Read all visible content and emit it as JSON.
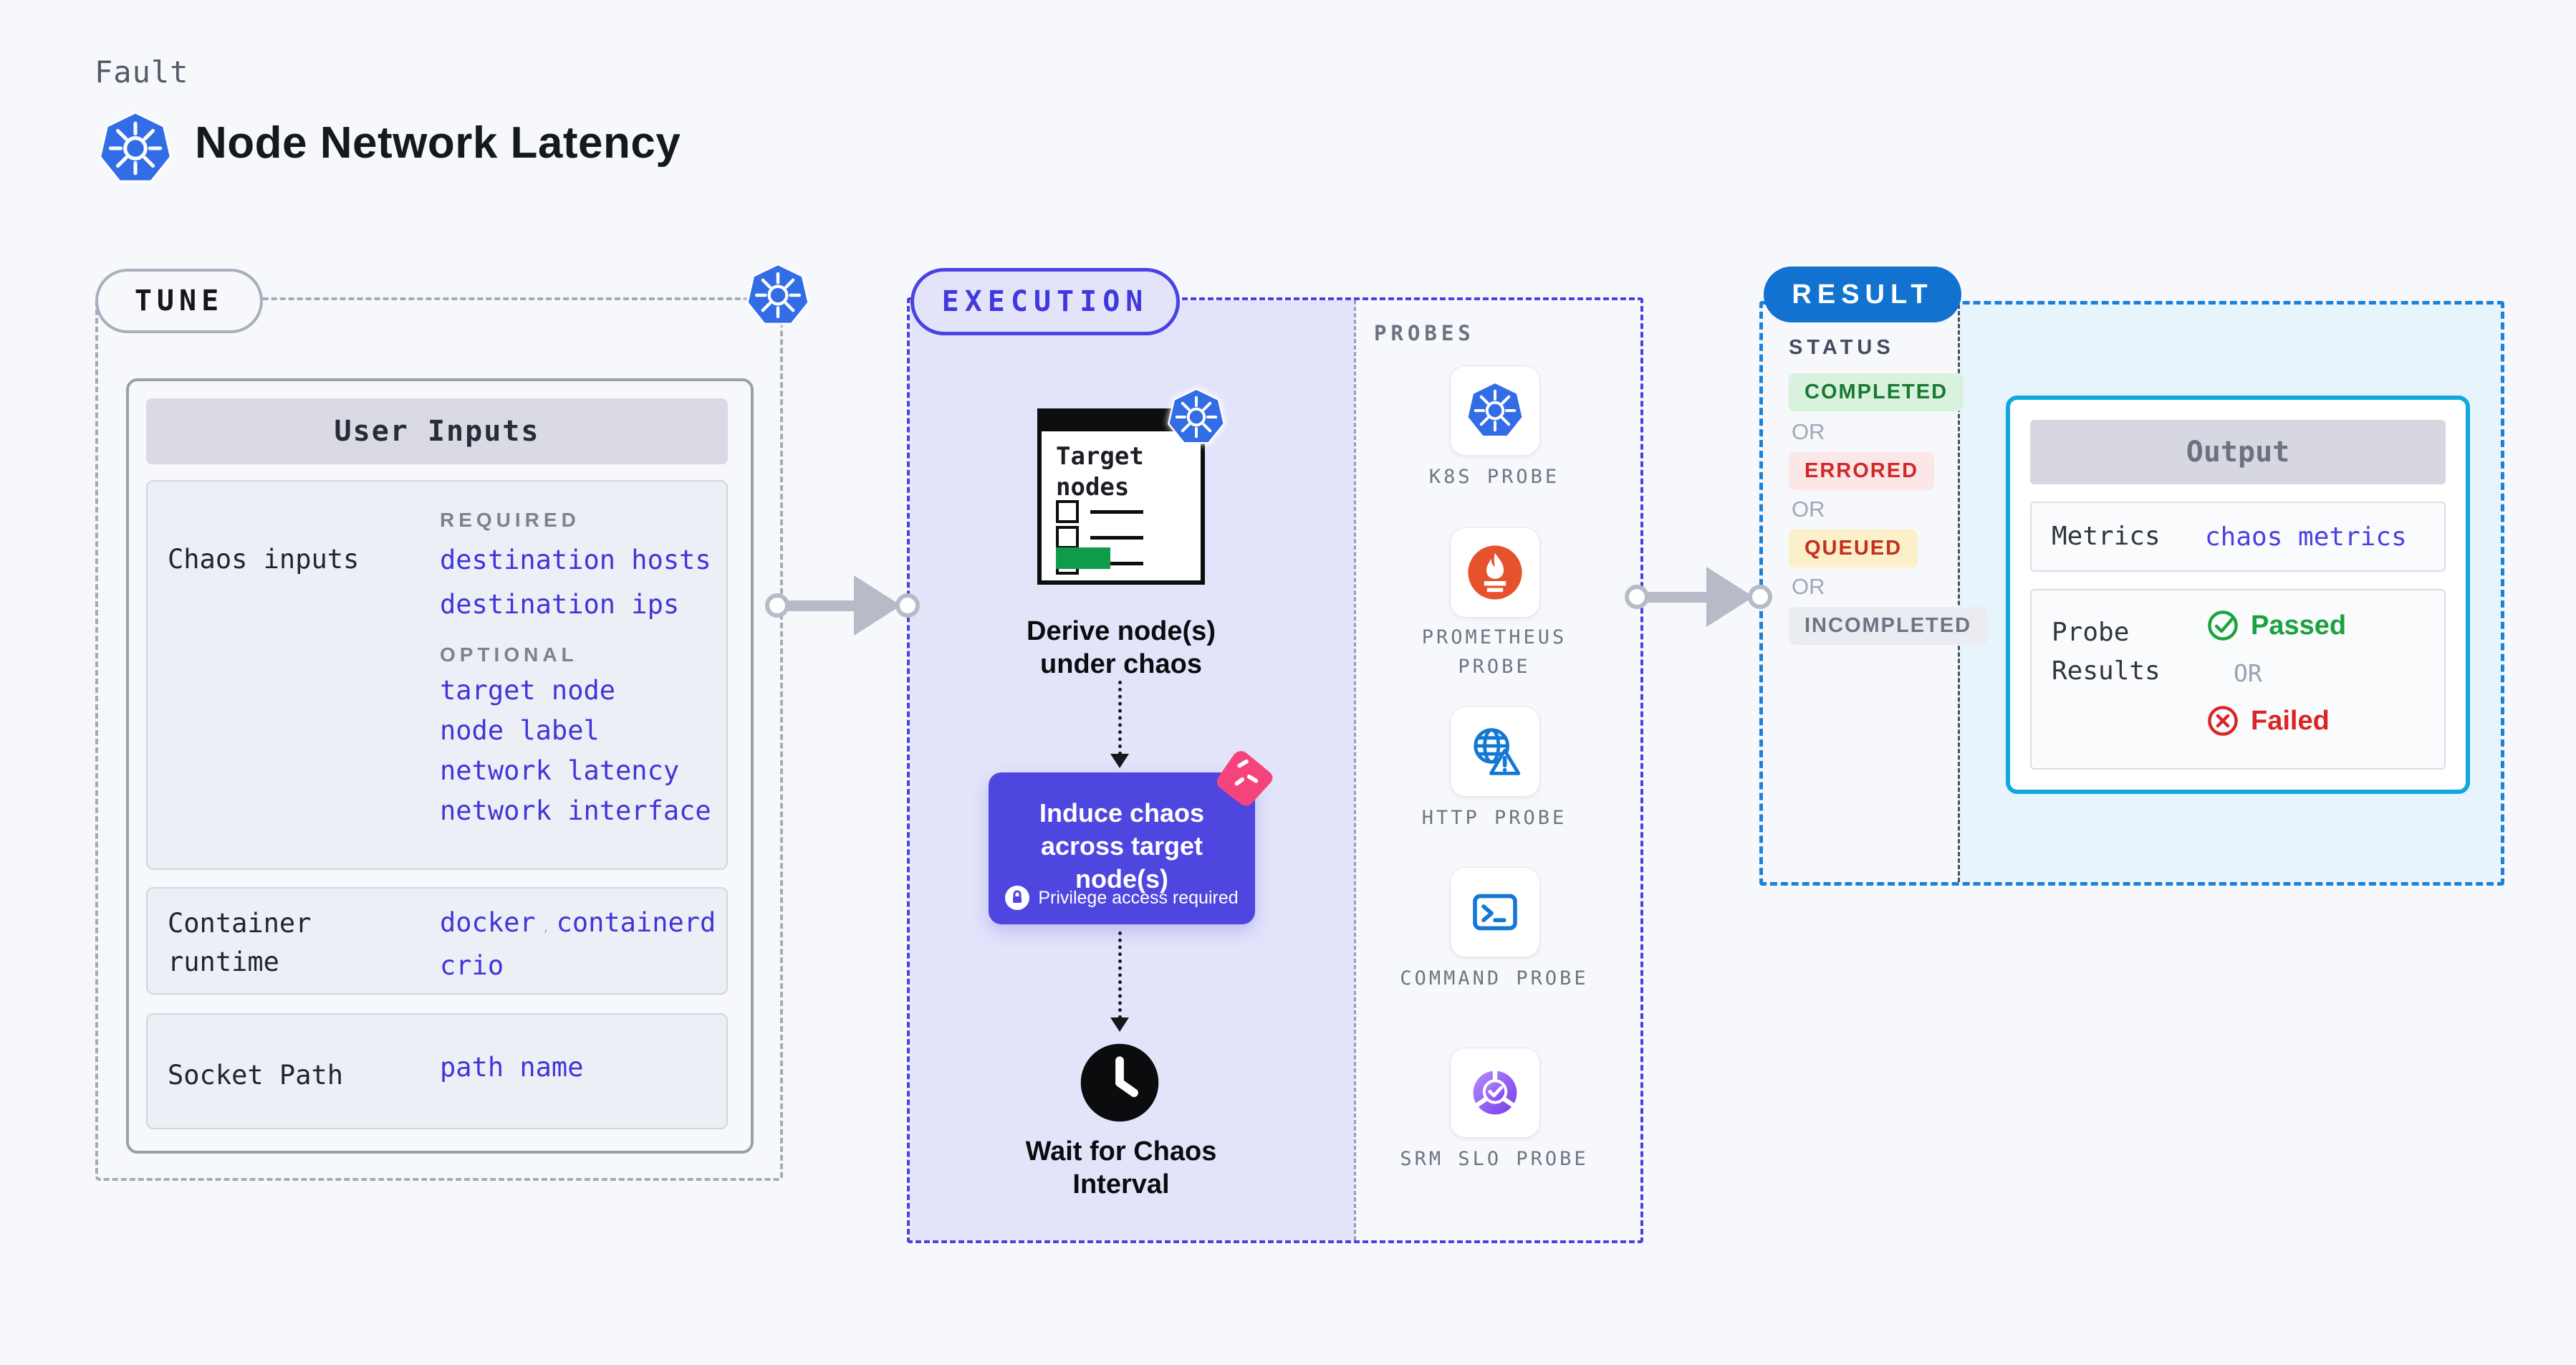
{
  "colors": {
    "indigo": "#4a42e2",
    "indigo_deep": "#4f46e0",
    "link_blue": "#3f36d9",
    "result_blue": "#1173cf",
    "cyan_border": "#13a7e0",
    "k8s_blue": "#326de6",
    "prometheus_orange": "#e6522c",
    "green": "#1aa23c",
    "red": "#d92525",
    "pink": "#f5447c",
    "arrow_gray": "#b7bac7"
  },
  "header": {
    "kicker": "Fault",
    "title": "Node Network Latency"
  },
  "tune": {
    "label": "TUNE",
    "user_inputs_title": "User Inputs",
    "chaos_inputs_label": "Chaos inputs",
    "required_heading": "REQUIRED",
    "required_links": [
      "destination hosts",
      "destination ips"
    ],
    "optional_heading": "OPTIONAL",
    "optional_links": [
      "target node",
      "node label",
      "network latency",
      "network interface"
    ],
    "container_runtime_label": "Container runtime",
    "runtime_link_1": "docker",
    "runtime_comma": ",",
    "runtime_link_2": "containerd",
    "runtime_link_3": "crio",
    "socket_path_label": "Socket Path",
    "socket_path_link": "path name"
  },
  "execution": {
    "label": "EXECUTION",
    "target_nodes_title": "Target nodes",
    "derive_caption": "Derive node(s) under chaos",
    "induce_title": "Induce chaos across target node(s)",
    "induce_badge": "Privilege access required",
    "wait_caption": "Wait for Chaos Interval"
  },
  "probes": {
    "heading": "PROBES",
    "items": [
      "K8S PROBE",
      "PROMETHEUS PROBE",
      "HTTP PROBE",
      "COMMAND PROBE",
      "SRM SLO PROBE"
    ]
  },
  "result": {
    "label": "RESULT",
    "status_heading": "STATUS",
    "or_label": "OR",
    "statuses": [
      "COMPLETED",
      "ERRORED",
      "QUEUED",
      "INCOMPLETED"
    ],
    "output_title": "Output",
    "metrics_label": "Metrics",
    "metrics_link": "chaos metrics",
    "probe_results_label": "Probe Results",
    "passed_label": "Passed",
    "failed_label": "Failed"
  }
}
